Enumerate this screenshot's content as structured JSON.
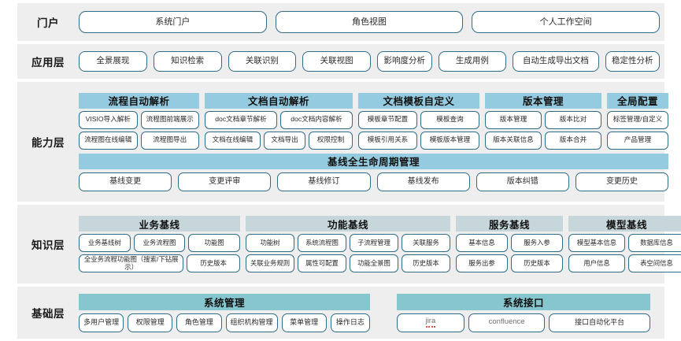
{
  "layers": [
    {
      "id": "portal",
      "label": "门户"
    },
    {
      "id": "application",
      "label": "应用层"
    },
    {
      "id": "capability",
      "label": "能力层"
    },
    {
      "id": "knowledge",
      "label": "知识层"
    },
    {
      "id": "foundation",
      "label": "基础层"
    }
  ],
  "portal": {
    "items": [
      {
        "label": "系统门户"
      },
      {
        "label": "角色视图"
      },
      {
        "label": "个人工作空间"
      }
    ]
  },
  "application": {
    "items": [
      {
        "label": "全景展现"
      },
      {
        "label": "知识检索"
      },
      {
        "label": "关联识别"
      },
      {
        "label": "关联视图"
      },
      {
        "label": "影响度分析"
      },
      {
        "label": "生成用例"
      },
      {
        "label": "自动生成导出文档"
      },
      {
        "label": "稳定性分析"
      }
    ]
  },
  "capability": {
    "groups": [
      {
        "title": "流程自动解析",
        "rows": [
          [
            "VISIO导入解析",
            "流程图前端展示"
          ],
          [
            "流程图在线编辑",
            "流程图导出"
          ]
        ]
      },
      {
        "title": "文档自动解析",
        "rows": [
          [
            "doc文档章节解析",
            "doc文档内容解析"
          ],
          [
            "文档在线编辑",
            "文档导出",
            "权限控制"
          ]
        ]
      },
      {
        "title": "文档模板自定义",
        "rows": [
          [
            "模板章节配置",
            "模板查询"
          ],
          [
            "模板引用关系",
            "模板版本管理"
          ]
        ]
      },
      {
        "title": "版本管理",
        "rows": [
          [
            "版本管理",
            "版本比对"
          ],
          [
            "版本关联信息",
            "版本合并"
          ]
        ]
      },
      {
        "title": "全局配置",
        "rows": [
          [
            "标签管理/自定义"
          ],
          [
            "产品管理"
          ]
        ]
      }
    ],
    "lifecycle": {
      "title": "基线全生命周期管理",
      "items": [
        "基线变更",
        "变更评审",
        "基线修订",
        "基线发布",
        "版本纠错",
        "变更历史"
      ]
    }
  },
  "knowledge": {
    "groups": [
      {
        "title": "业务基线",
        "rows": [
          [
            "业务基线树",
            "业务流程图",
            "功能图"
          ],
          [
            "全业务流程功能图（搜索/下钻展示）",
            "历史版本"
          ]
        ]
      },
      {
        "title": "功能基线",
        "rows": [
          [
            "功能树",
            "系统流程图",
            "子流程管理",
            "关联服务"
          ],
          [
            "关联业务规则",
            "属性可配置",
            "功能全景图",
            "历史版本"
          ]
        ]
      },
      {
        "title": "服务基线",
        "rows": [
          [
            "基本信息",
            "服务入参"
          ],
          [
            "服务出参",
            "历史版本"
          ]
        ]
      },
      {
        "title": "模型基线",
        "rows": [
          [
            "模型基本信息",
            "数据库信息"
          ],
          [
            "用户信息",
            "表空间信息"
          ]
        ]
      }
    ]
  },
  "foundation": {
    "groups": [
      {
        "title": "系统管理",
        "items": [
          "多用户管理",
          "权限管理",
          "角色管理",
          "组织机构管理",
          "菜单管理",
          "操作日志"
        ]
      },
      {
        "title": "系统接口",
        "items": [
          "jira",
          "confluence",
          "接口自动化平台"
        ]
      }
    ]
  },
  "colors": {
    "band_bg": "#eeeeee",
    "pill_border": "#2f6d87",
    "capability_header": "#95cbe0",
    "knowledge_header": "#c6d6da",
    "foundation_header": "#86c6ce",
    "page_bg": "#ffffff"
  }
}
